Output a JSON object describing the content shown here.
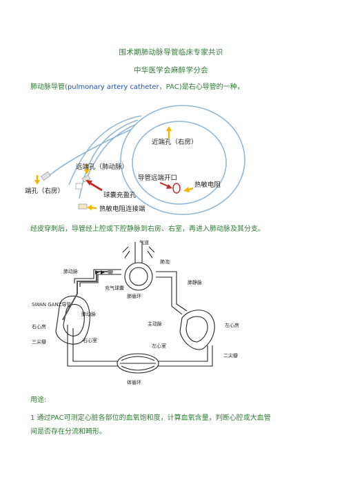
{
  "doc": {
    "title_main": "围术期肺动脉导管临床专家共识",
    "title_sub": "中华医学会麻醉学分会",
    "intro": {
      "prefix": "肺动脉导管(",
      "english": "pulmonary artery catheter",
      "suffix": "，PAC)是右心导管的一种，"
    },
    "after_fig1": "经皮穿刺后，导管经上腔或下腔静脉到右房、右室，再进入肺动脉及其分支。",
    "usage_heading": "用途:",
    "usage_item1_line1": "1 通过PAC可测定心脏各部位的血氧饱和度，计算血氧含量，判断心腔或大血管",
    "usage_item1_line2": "间是否存在分流和畸形。"
  },
  "figure1": {
    "labels": {
      "near_port": "近端孔（右房）",
      "far_port": "远端孔（肺动脉）",
      "side_port": "端孔（右房）",
      "balloon_port": "球囊充盈孔",
      "catheter_tip": "导管远端开口",
      "thermistor": "热敏电阻",
      "thermistor_connector": "热敏电阻连接端"
    },
    "colors": {
      "catheter": "#8fb7d6",
      "arrow_red": "#c62828",
      "arrow_yellow": "#f4b400"
    }
  },
  "figure2": {
    "labels": {
      "airway": "气道",
      "lung_pulmonary_artery": "肺动脉",
      "alveoli": "肺泡",
      "pulmonary_vein": "肺静脉",
      "swan_ganz": "SWAN GANZ导管",
      "balloon": "充气球囊",
      "pulmonary_circulation": "肺循环",
      "pa_label_2": "肺动脉",
      "right_atrium": "右心房",
      "tricuspid": "三尖瓣",
      "right_ventricle": "右心室",
      "aorta": "主动脉",
      "left_atrium": "左心房",
      "left_ventricle": "左心室",
      "mitral": "二尖瓣",
      "systemic_circulation": "体循环"
    }
  }
}
